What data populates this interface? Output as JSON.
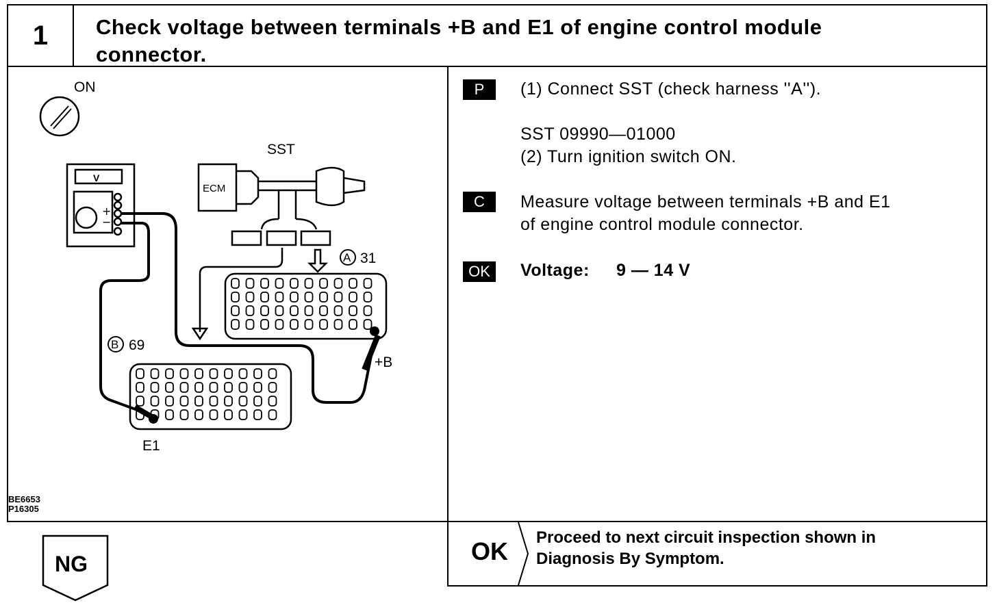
{
  "header": {
    "step_number": "1",
    "title_line1": "Check voltage between terminals +B and E1 of engine control module",
    "title_line2": "connector."
  },
  "figure": {
    "switch_label": "ON",
    "sst_label": "SST",
    "ecm_label": "ECM",
    "meter_label": "V",
    "connector_a_label": "A",
    "connector_a_num": "31",
    "connector_b_label": "B",
    "connector_b_num": "69",
    "terminal_plus_b": "+B",
    "terminal_e1": "E1",
    "code_line1": "BE6653",
    "code_line2": "P16305"
  },
  "instructions": {
    "p_tag": "P",
    "p_line1": "(1) Connect SST (check harness ''A'').",
    "p_sst": "SST 09990—01000",
    "p_line2": "(2) Turn ignition switch ON.",
    "c_tag": "C",
    "c_line1": "Measure voltage between terminals +B and E1",
    "c_line2": "of engine control module connector.",
    "ok_tag": "OK",
    "spec_label": "Voltage:",
    "spec_value": "9 — 14 V"
  },
  "results": {
    "ng_label": "NG",
    "ok_label": "OK",
    "ok_line1": "Proceed to next circuit inspection shown in",
    "ok_line2": "Diagnosis By Symptom."
  }
}
